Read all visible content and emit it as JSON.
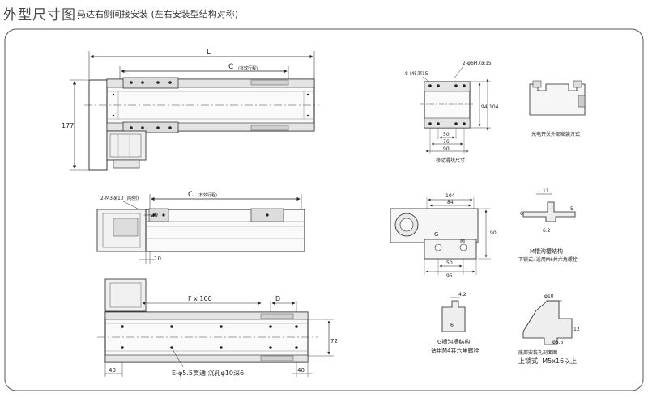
{
  "title": {
    "main": "外型尺寸图:",
    "sub": "马达右侧间接安装 (左右安装型结构对称)"
  },
  "top_view": {
    "dim_L": "L",
    "dim_C": "C",
    "dim_C_note": "(有效行程)",
    "dim_177": "177"
  },
  "side_view": {
    "hole_label": "2-M3深10 (两侧)",
    "dim_C": "C",
    "dim_C_note": "(有效行程)",
    "dim_20": "20",
    "dim_10": "10"
  },
  "bottom_view": {
    "dim_F": "F x 100",
    "dim_D": "D",
    "dim_72": "72",
    "dim_40_left": "40",
    "dim_40_right": "40",
    "hole_label": "E-φ5.5贯通 沉孔φ10深6"
  },
  "slider_block": {
    "label_8m5": "8-M5深15",
    "label_pin": "2-φ6H7深15",
    "dim_94": "94",
    "dim_104": "104",
    "dim_50": "50",
    "dim_76": "76",
    "dim_90": "90",
    "caption": "移动滑块尺寸"
  },
  "sensor": {
    "caption": "光电开关外部安装方式"
  },
  "end_view": {
    "dim_104": "104",
    "dim_84": "84",
    "dim_90": "90",
    "dim_50": "50",
    "dim_95": "95",
    "label_G": "G",
    "label_M": "M"
  },
  "m_slot": {
    "dim_11": "11",
    "dim_6": "6",
    "dim_5": "5",
    "dim_62": "6.2",
    "caption1": "M槽沟槽结构",
    "caption2": "下锁式: 适用M6并六角螺栓"
  },
  "g_slot": {
    "dim_42": "4.2",
    "dim_6": "6",
    "caption1": "G槽沟槽结构",
    "caption2": "适用M4并六角螺栓"
  },
  "bottom_mount": {
    "dim_10": "φ10",
    "dim_12": "12",
    "dim_55": "φ5.5",
    "caption1": "底部安装孔剖面图",
    "caption2": "上锁式: M5x16以上"
  }
}
